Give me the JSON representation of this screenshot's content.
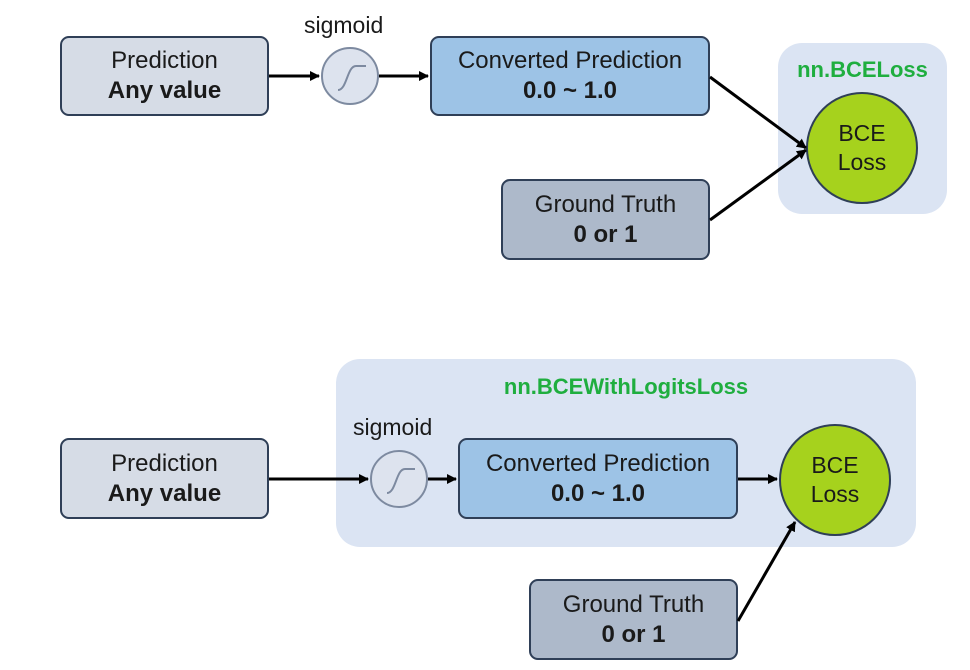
{
  "top": {
    "group_title": "nn.BCELoss",
    "sigmoid_label": "sigmoid",
    "prediction": {
      "line1": "Prediction",
      "line2": "Any value"
    },
    "converted": {
      "line1": "Converted Prediction",
      "line2": "0.0 ~ 1.0"
    },
    "ground_truth": {
      "line1": "Ground Truth",
      "line2": "0 or 1"
    },
    "loss": {
      "line1": "BCE",
      "line2": "Loss"
    }
  },
  "bottom": {
    "group_title": "nn.BCEWithLogitsLoss",
    "sigmoid_label": "sigmoid",
    "prediction": {
      "line1": "Prediction",
      "line2": "Any value"
    },
    "converted": {
      "line1": "Converted Prediction",
      "line2": "0.0 ~ 1.0"
    },
    "ground_truth": {
      "line1": "Ground Truth",
      "line2": "0 or 1"
    },
    "loss": {
      "line1": "BCE",
      "line2": "Loss"
    }
  },
  "colors": {
    "group_bg": "#dbe4f3",
    "group_title": "#1fae3f",
    "prediction_box": "#d6dce6",
    "converted_box": "#9dc3e6",
    "ground_truth_box": "#adb9ca",
    "loss_circle": "#a6d21d",
    "sigmoid_circle": "#dde3ee"
  }
}
